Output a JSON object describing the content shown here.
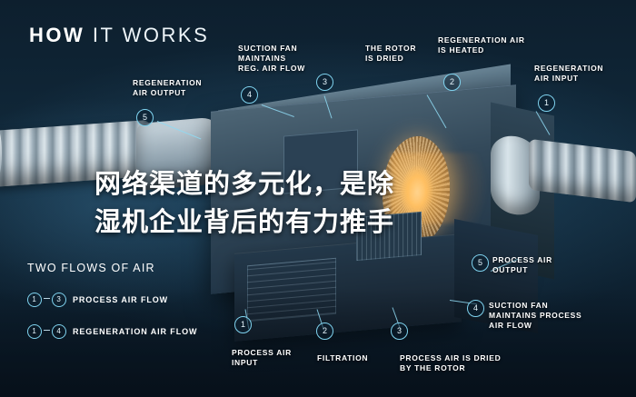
{
  "header": {
    "title_bold": "HOW",
    "title_light": "IT WORKS"
  },
  "overlay": {
    "line1": "网络渠道的多元化，是除",
    "line2": "湿机企业背后的有力推手"
  },
  "callouts": [
    {
      "id": "1",
      "number": "1",
      "label": "REGENERATION\nAIR INPUT"
    },
    {
      "id": "2",
      "number": "2",
      "label": "REGENERATION AIR\nIS HEATED"
    },
    {
      "id": "3",
      "number": "3",
      "label": "THE ROTOR\nIS DRIED"
    },
    {
      "id": "4",
      "number": "4",
      "label": "SUCTION FAN\nMAINTAINS\nREG. AIR FLOW"
    },
    {
      "id": "5",
      "number": "5",
      "label": "REGENERATION\nAIR OUTPUT"
    },
    {
      "id": "6",
      "number": "5",
      "label": "PROCESS AIR\nOUTPUT"
    },
    {
      "id": "7",
      "number": "4",
      "label": "SUCTION FAN\nMAINTAINS PROCESS\nAIR FLOW"
    },
    {
      "id": "8",
      "number": "3",
      "label": "PROCESS AIR IS DRIED\nBY THE ROTOR"
    },
    {
      "id": "9",
      "number": "2",
      "label": "FILTRATION"
    },
    {
      "id": "10",
      "number": "1",
      "label": "PROCESS AIR\nINPUT"
    }
  ],
  "legend": {
    "title": "TWO FLOWS OF AIR",
    "rows": [
      {
        "from": "1",
        "to": "3",
        "label": "PROCESS AIR FLOW"
      },
      {
        "from": "1",
        "to": "4",
        "label": "REGENERATION AIR FLOW"
      }
    ]
  },
  "colors": {
    "accent": "#7fd3ef",
    "background": "#0d1f2e",
    "text": "#ffffff",
    "rotor_glow": "#ffbe6e"
  }
}
